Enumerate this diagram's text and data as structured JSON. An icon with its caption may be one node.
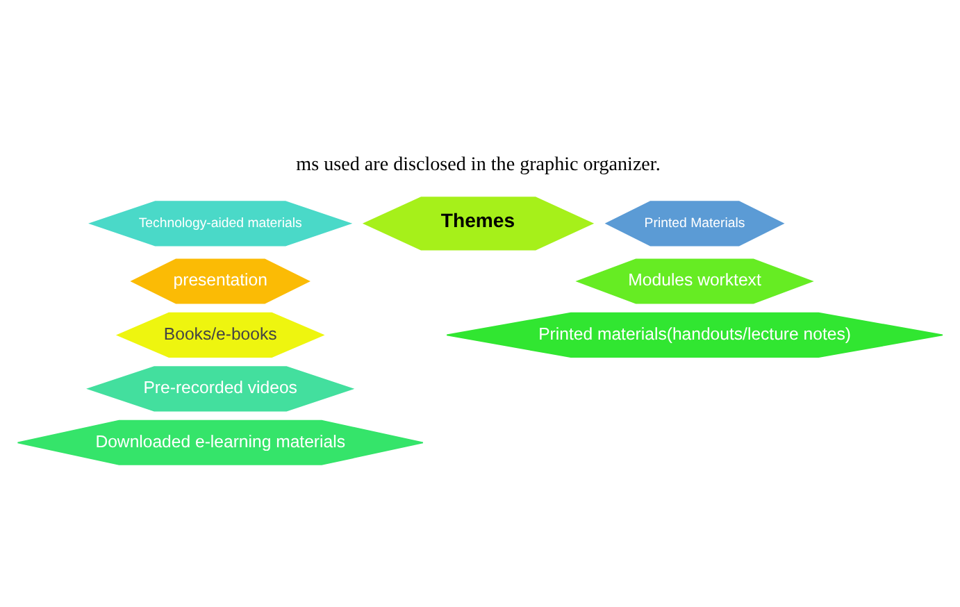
{
  "diagram": {
    "nodes": [
      {
        "text": [
          "Themes"
        ]
      },
      {
        "text": [
          "Technology-aided materials"
        ]
      },
      {
        "text": [
          "presentation"
        ]
      },
      {
        "text": [
          "Books/e-books"
        ]
      },
      {
        "text": [
          "Pre-recorded videos"
        ]
      },
      {
        "text": [
          "Downloaded e-learning materials"
        ]
      },
      {
        "text": [
          "Printed Materials"
        ]
      },
      {
        "text": [
          "Modules worktext"
        ]
      },
      {
        "text": [
          "Printed materials(handouts/lecture notes)"
        ]
      }
    ],
    "edges": [],
    "labels": [
      "ms used are disclosed in the graphic organizer."
    ]
  }
}
